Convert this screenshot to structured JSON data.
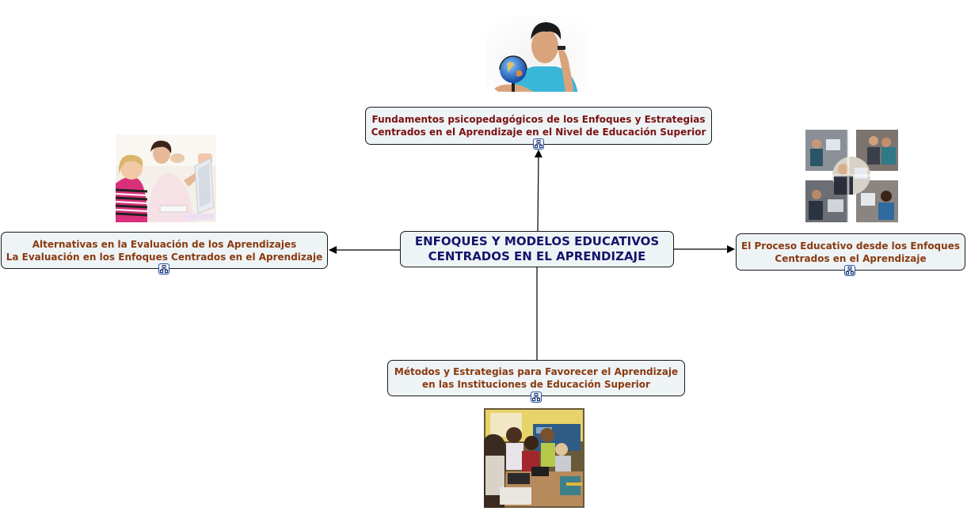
{
  "diagram": {
    "type": "concept-map",
    "central_node": {
      "lines": [
        "ENFOQUES Y MODELOS EDUCATIVOS",
        "CENTRADOS EN EL APRENDIZAJE"
      ],
      "color": "#14146e"
    },
    "nodes": {
      "top": {
        "lines": [
          "Fundamentos psicopedagógicos de los Enfoques y Estrategias",
          "Centrados en el Aprendizaje en el Nivel de Educación Superior"
        ],
        "color": "#7a1212",
        "icon": "submap-icon",
        "image": "student-with-globe-photo"
      },
      "left": {
        "lines": [
          "Alternativas en la Evaluación de los Aprendizajes",
          "La Evaluación en los Enfoques Centrados en el Aprendizaje"
        ],
        "color": "#8a3a10",
        "icon": "submap-icon",
        "image": "mother-daughter-computer-photo"
      },
      "right": {
        "lines": [
          "El Proceso Educativo desde los Enfoques",
          "Centrados en el Aprendizaje"
        ],
        "color": "#8a3a10",
        "icon": "submap-icon",
        "image": "computer-lab-collage-photo"
      },
      "bottom": {
        "lines": [
          "Métodos y Estrategias para Favorecer el Aprendizaje",
          "en las Instituciones de Educación Superior"
        ],
        "color": "#8a3a10",
        "icon": "submap-icon",
        "image": "classroom-students-photo"
      }
    },
    "links": [
      {
        "from": "central",
        "to": "top",
        "arrow": "end"
      },
      {
        "from": "central",
        "to": "left",
        "arrow": "end"
      },
      {
        "from": "central",
        "to": "right",
        "arrow": "end"
      },
      {
        "from": "central",
        "to": "bottom",
        "arrow": "none"
      }
    ],
    "colors": {
      "node_fill": "#eef3f5",
      "node_border": "#1a1a1a",
      "link": "#000000",
      "icon_border": "#2a4fa0"
    }
  }
}
